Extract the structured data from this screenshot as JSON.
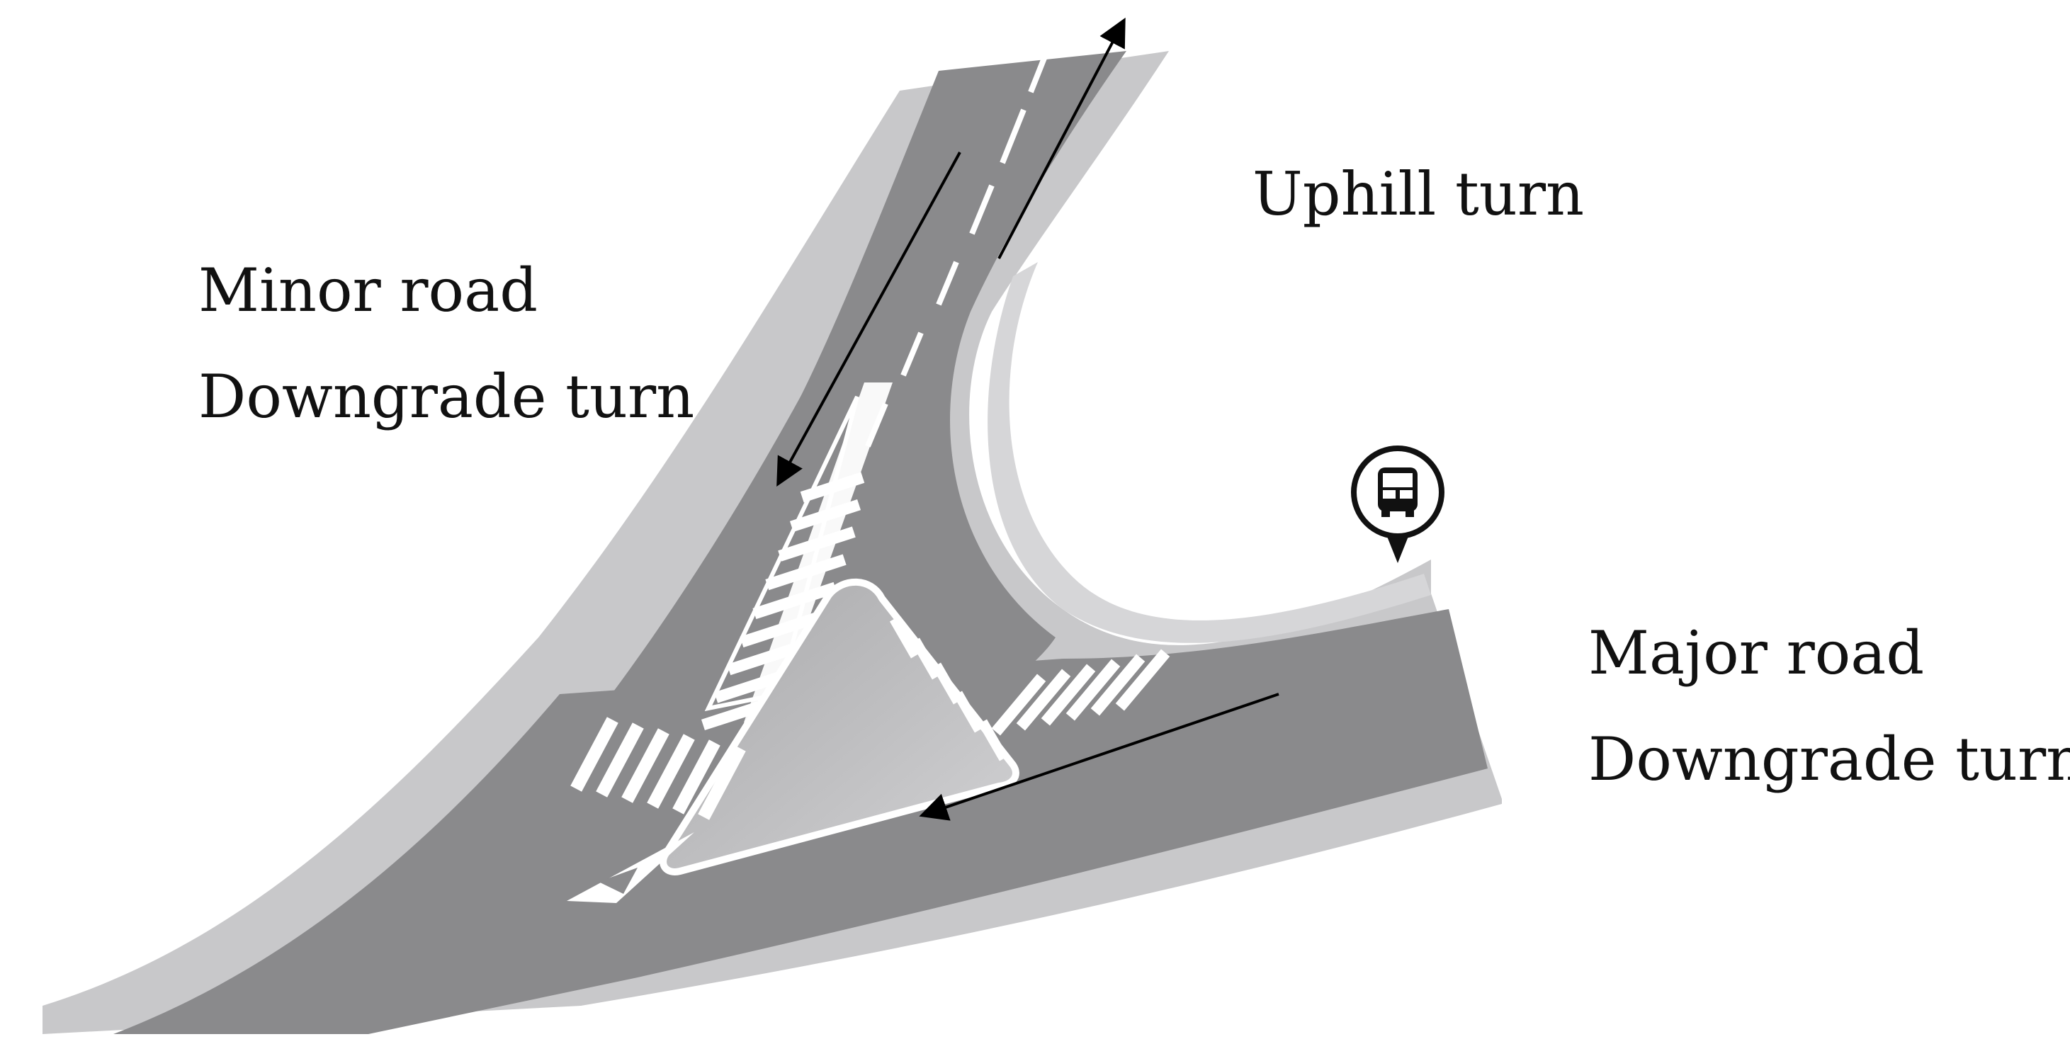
{
  "labels": {
    "uphill_turn": "Uphill turn",
    "minor_road": "Minor road",
    "minor_downgrade_turn": "Downgrade turn",
    "major_road": "Major road",
    "major_downgrade_turn": "Downgrade turn"
  },
  "icons": {
    "bus_stop": "bus-stop-icon"
  },
  "colors": {
    "road_asphalt": "#8a8a8c",
    "road_shoulder": "#c8c8ca",
    "island": "#b9b9bb",
    "markings": "#ffffff",
    "arrows": "#000000"
  }
}
